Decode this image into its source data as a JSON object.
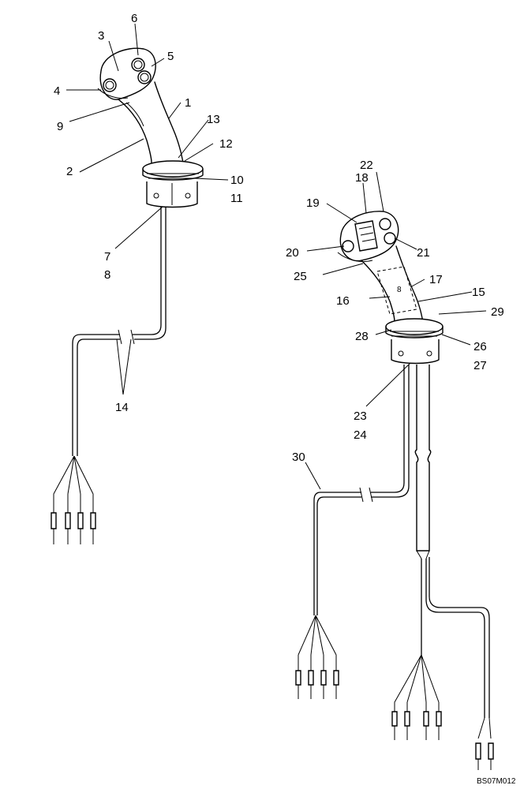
{
  "callouts": {
    "c1": "1",
    "c2": "2",
    "c3": "3",
    "c4": "4",
    "c5": "5",
    "c6": "6",
    "c7": "7",
    "c8": "8",
    "c9": "9",
    "c10": "10",
    "c11": "11",
    "c12": "12",
    "c13": "13",
    "c14": "14",
    "c15": "15",
    "c16": "16",
    "c17": "17",
    "c18": "18",
    "c19": "19",
    "c20": "20",
    "c21": "21",
    "c22": "22",
    "c23": "23",
    "c24": "24",
    "c25": "25",
    "c26": "26",
    "c27": "27",
    "c28": "28",
    "c29": "29",
    "c30": "30"
  },
  "drawing_code": "BS07M012"
}
